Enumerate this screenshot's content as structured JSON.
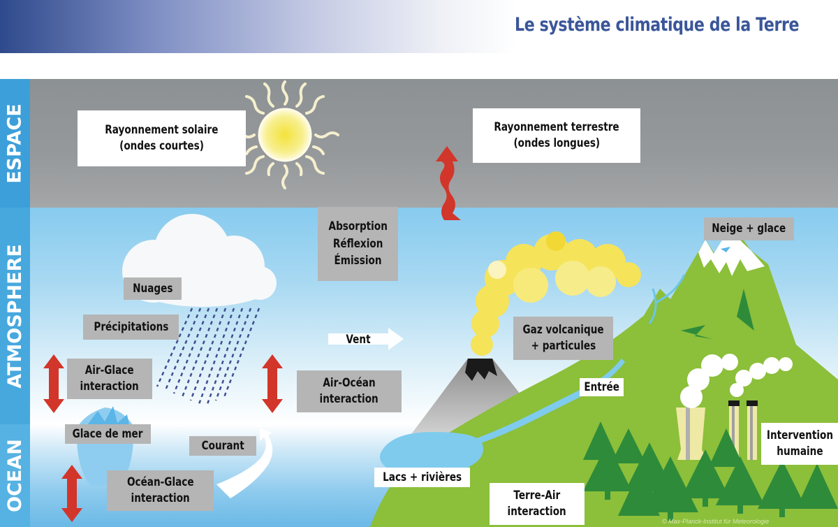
{
  "header": {
    "title": "Le système climatique de la Terre"
  },
  "zones": [
    {
      "id": "space",
      "label": "ESPACE"
    },
    {
      "id": "atmosphere",
      "label": "ATMOSPHERE"
    },
    {
      "id": "ocean",
      "label": "OCEAN"
    }
  ],
  "labels": {
    "solar_radiation": {
      "line1": "Rayonnement solaire",
      "line2": "(ondes courtes)"
    },
    "terrestrial_radiation": {
      "line1": "Rayonnement terrestre",
      "line2": "(ondes longues)"
    },
    "processes": {
      "line1": "Absorption",
      "line2": "Réflexion",
      "line3": "Émission"
    },
    "snow_ice": "Neige + glace",
    "clouds": "Nuages",
    "precipitation": "Précipitations",
    "air_ice": {
      "line1": "Air-Glace",
      "line2": "interaction"
    },
    "wind": "Vent",
    "air_ocean": {
      "line1": "Air-Océan",
      "line2": "interaction"
    },
    "volcanic": {
      "line1": "Gaz volcanique",
      "line2": "+ particules"
    },
    "inflow": "Entrée",
    "sea_ice": "Glace de mer",
    "current": "Courant",
    "ocean_ice": {
      "line1": "Océan-Glace",
      "line2": "interaction"
    },
    "lakes_rivers": "Lacs + rivières",
    "land_air": {
      "line1": "Terre-Air",
      "line2": "interaction"
    },
    "human": {
      "line1": "Intervention",
      "line2": "humaine"
    }
  },
  "credit": "© Max-Planck-Institut für Meteorologie",
  "colors": {
    "title": "#3a5699",
    "zone_strip": "#47a8de",
    "space_bg": "#96999b",
    "atmosphere_bg": "#a9d9f2",
    "arrow_red": "#d2352a",
    "land_green": "#8cbf3a",
    "tree_green": "#2e8b3a",
    "label_grey": "#b5b5b5"
  }
}
